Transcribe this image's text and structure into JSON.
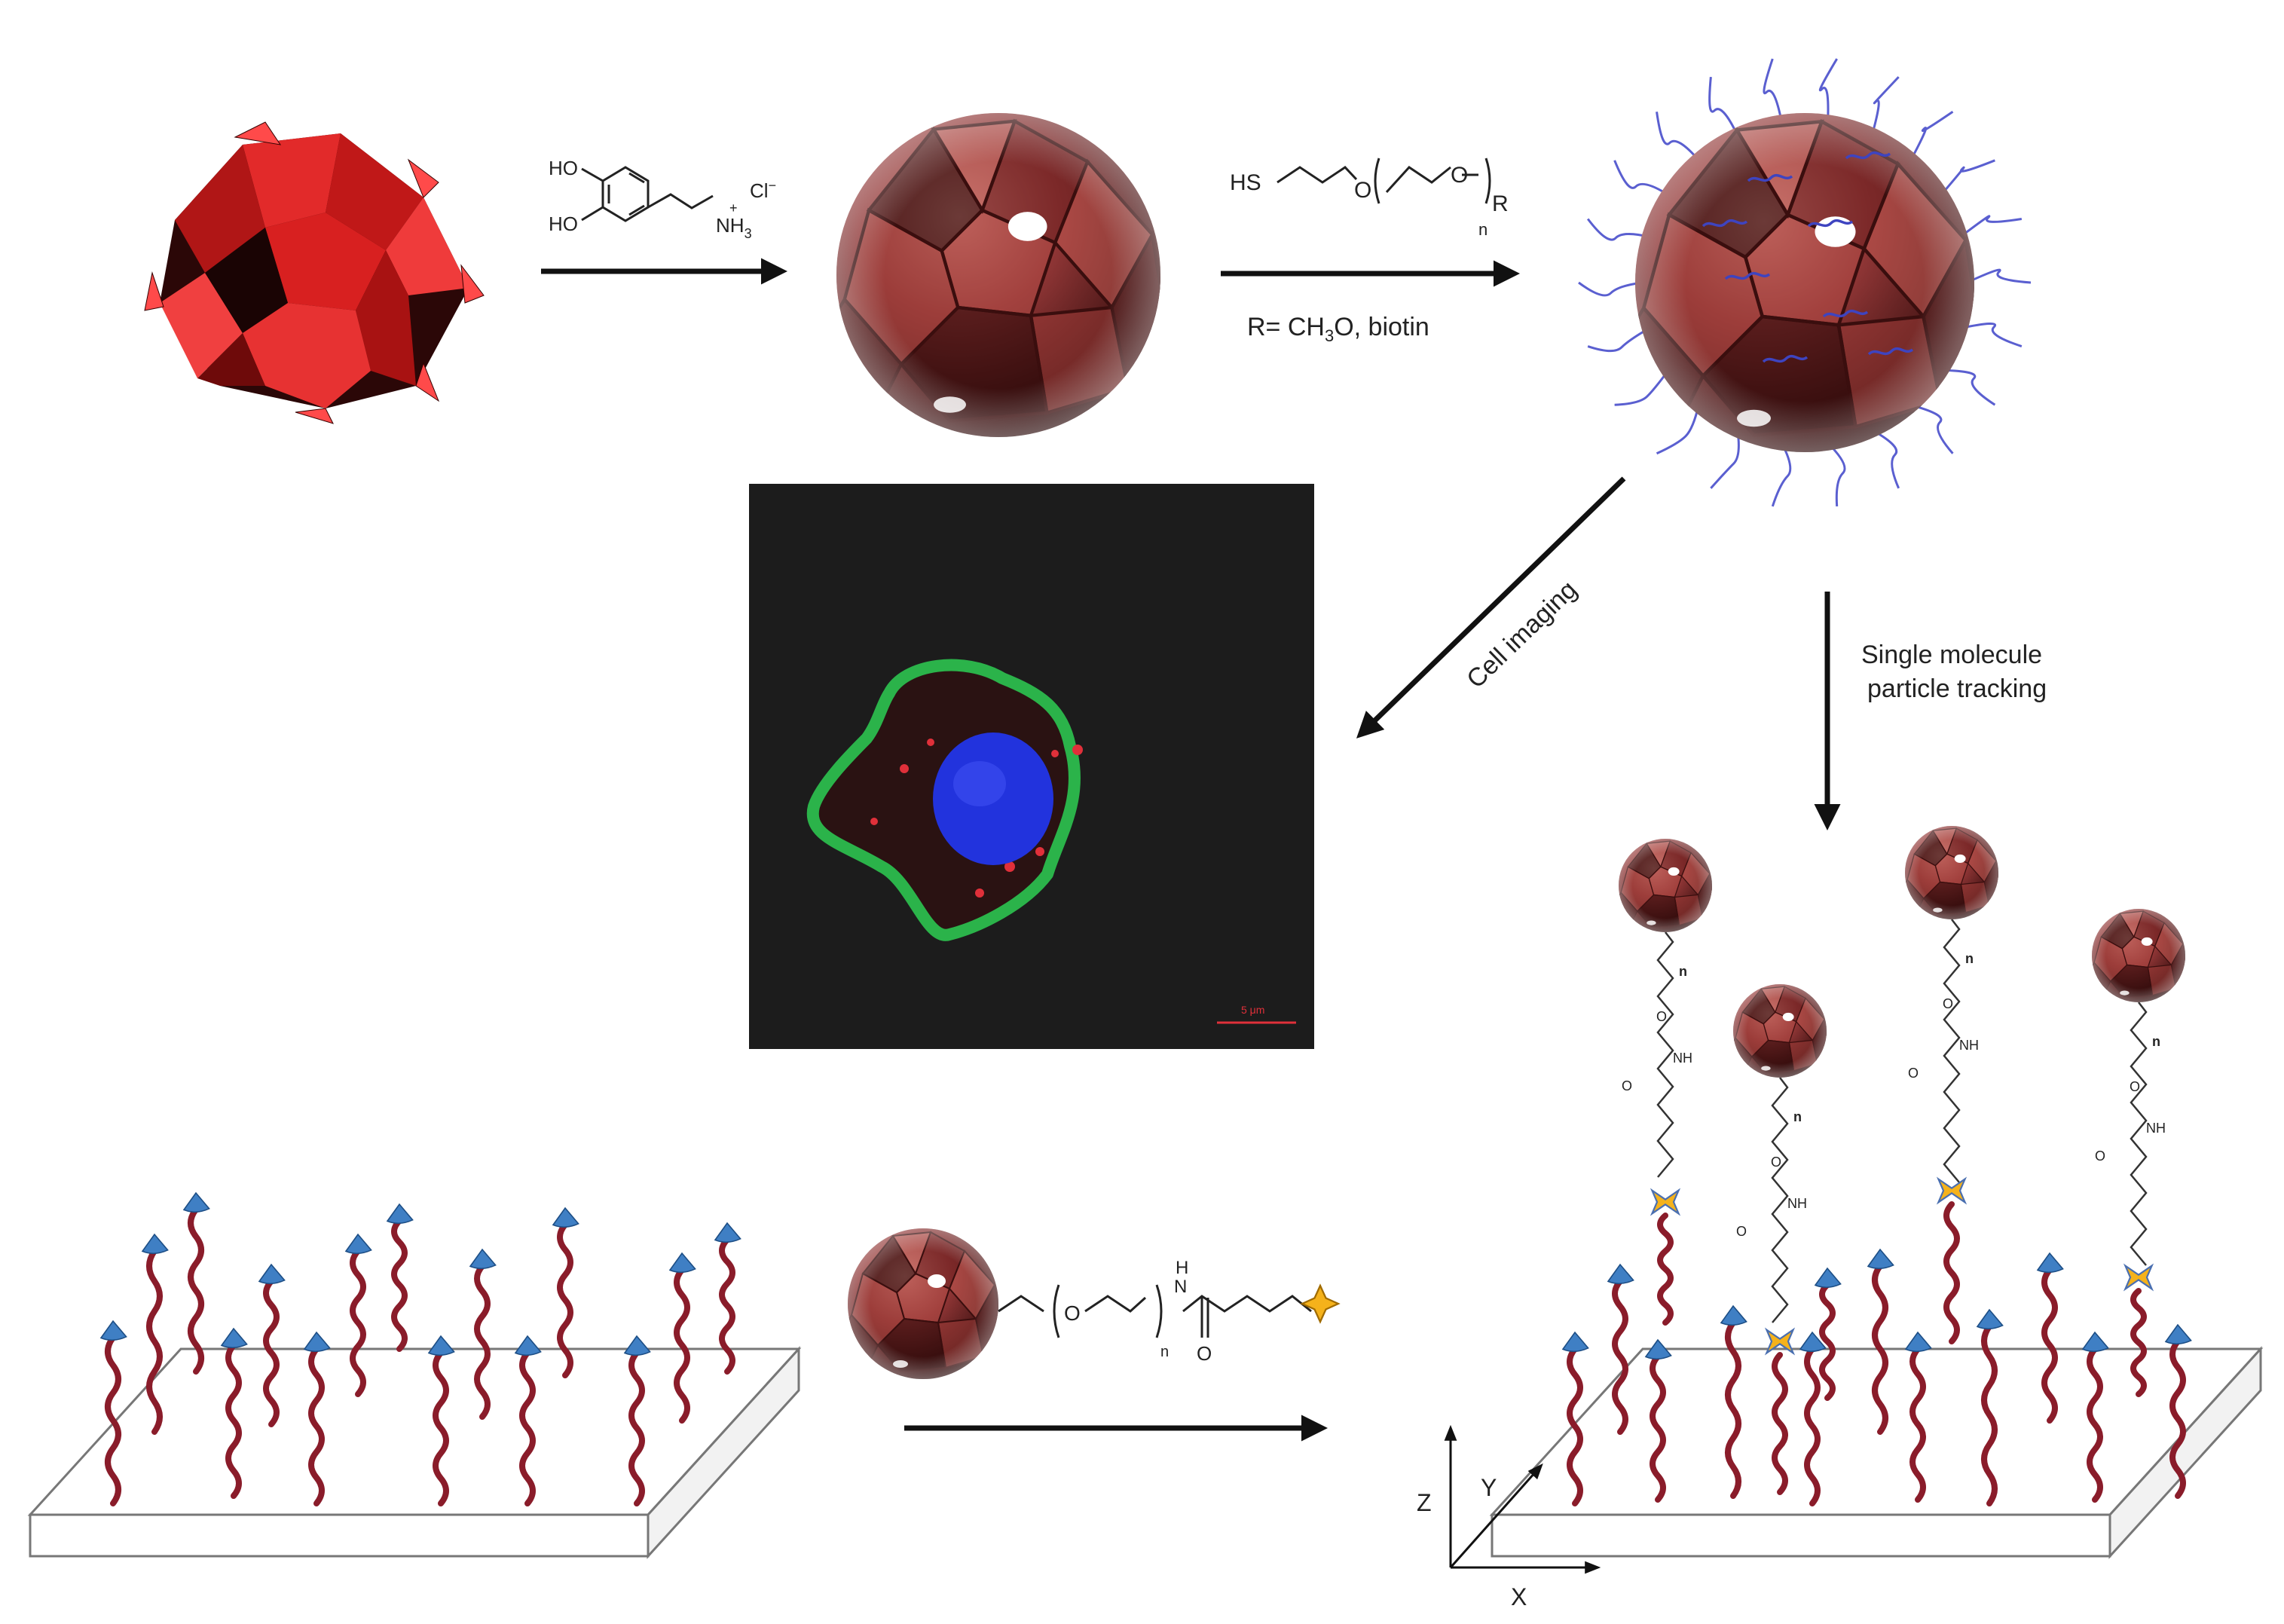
{
  "reagents": {
    "dopamine": {
      "ho1": "HO",
      "ho2": "HO",
      "cl": "Cl",
      "cl_sup": "−",
      "nh3": "NH",
      "nh3_sub": "3",
      "plus": "+"
    },
    "thiol_peg": {
      "hs": "HS",
      "o1": "O",
      "o2": "O",
      "r": "R",
      "n": "n"
    },
    "r_definition": {
      "prefix": "R= CH",
      "sub": "3",
      "suffix": "O, biotin"
    },
    "linker": {
      "o": "O",
      "n": "n",
      "h": "H",
      "nh_n": "N",
      "carbonyl_o": "O"
    }
  },
  "labels": {
    "cell_imaging": "Cell imaging",
    "single_molecule_line1": "Single molecule",
    "single_molecule_line2": "particle tracking",
    "scale_bar": "5 μm"
  },
  "tethers": {
    "n": "n",
    "o": "O",
    "nh": "NH",
    "carbonyl_o": "O"
  },
  "axes": {
    "x": "X",
    "y": "Y",
    "z": "Z"
  },
  "colors": {
    "particle": "#8e3535",
    "particle_dark": "#3a0e0e",
    "polyhedron": "#d42020",
    "dna": "#8a1c2a",
    "cap": "#3f7fc4",
    "peg": "#5a5fd0",
    "membrane": "#2bb34a",
    "nucleus": "#2233dd",
    "star": "#f5b21b"
  }
}
